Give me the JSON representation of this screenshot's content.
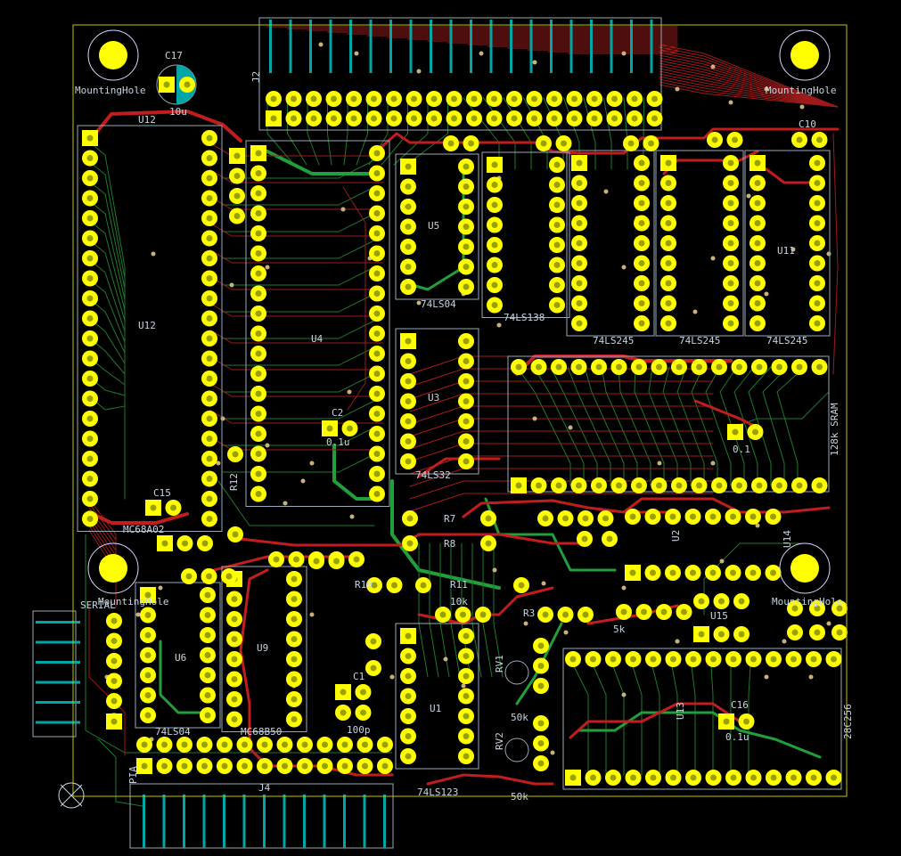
{
  "colors": {
    "background": "#000000",
    "outline": "#c2c200",
    "pad": "#ffff00",
    "pad_hole": "#9aa000",
    "front_copper": "#9e1b1b",
    "front_thick": "#c21d1d",
    "back_copper": "#1d7a2b",
    "back_thick": "#1fa03a",
    "silk": "#98a8b8",
    "silk_text": "#c7d4e0",
    "fab": "#00a6a6",
    "mounting_ring": "#d6d6ff"
  },
  "labels": {
    "mounting_tl": "MountingHole",
    "mounting_tr": "MountingHole",
    "mounting_ml": "MountingHole",
    "mounting_mr": "MountingHole",
    "c17": "C17",
    "c17_val": "10u",
    "j2": "J2",
    "u12_top": "U12",
    "u12": "U12",
    "u4": "U4",
    "u5": "U5",
    "u5_val": "74LS04",
    "u3": "U3",
    "u3_val": "74LS32",
    "u7_val": "74LS138",
    "u8_val": "74LS245",
    "u9_top_val": "74LS245",
    "u11": "U11",
    "u11_val": "74LS245",
    "c10": "C10",
    "u10_sram": "128k SRAM",
    "c2": "C2",
    "c2_val": "0.1u",
    "c_right_val": "0.1",
    "c15": "C15",
    "y1": "MC68A02",
    "r12": "R12",
    "r7": "R7",
    "r8": "R8",
    "r10": "R10",
    "r11": "R11",
    "r11_val": "10k",
    "r3": "R3",
    "r5_val": "5k",
    "u2": "U2",
    "u1": "U1",
    "u1_val": "74LS123",
    "u6": "U6",
    "u6_val": "74LS04",
    "u9": "U9",
    "u9_val": "MC68B50",
    "rv1": "RV1",
    "rv2": "RV2",
    "rv_val": "50k",
    "rv2_val": "50k",
    "c1": "C1",
    "c1_val": "100p",
    "u13": "U13",
    "c16": "C16",
    "c16_val": "0.1u",
    "eeprom": "28C256",
    "u14": "U14",
    "u15": "U15",
    "serial": "SERIAL",
    "pia": "PIA",
    "j4": "J4"
  }
}
